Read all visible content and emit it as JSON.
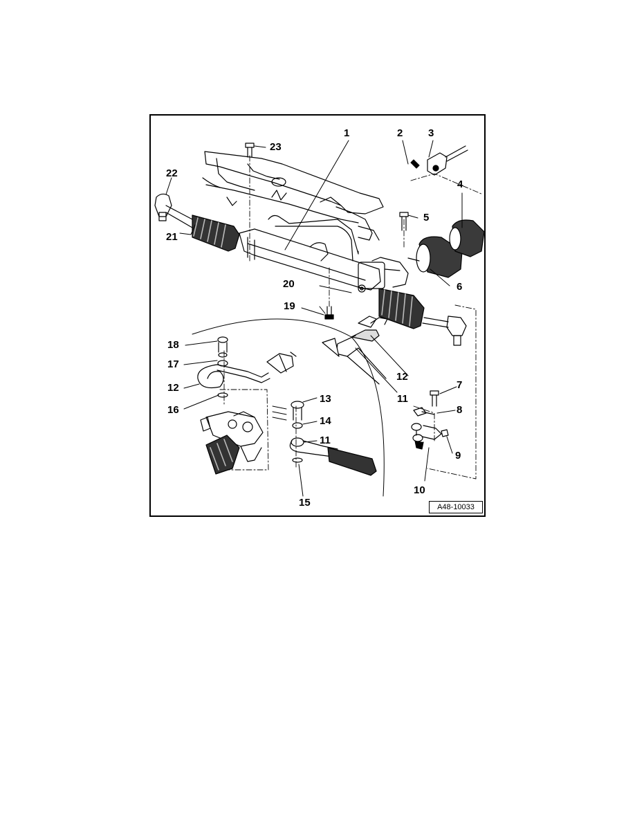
{
  "figure": {
    "reference_code": "A48-10033",
    "callouts": [
      "1",
      "2",
      "3",
      "4",
      "5",
      "6",
      "7",
      "8",
      "9",
      "10",
      "11",
      "12",
      "13",
      "14",
      "11",
      "15",
      "16",
      "12",
      "17",
      "18",
      "19",
      "20",
      "21",
      "22",
      "23"
    ]
  }
}
